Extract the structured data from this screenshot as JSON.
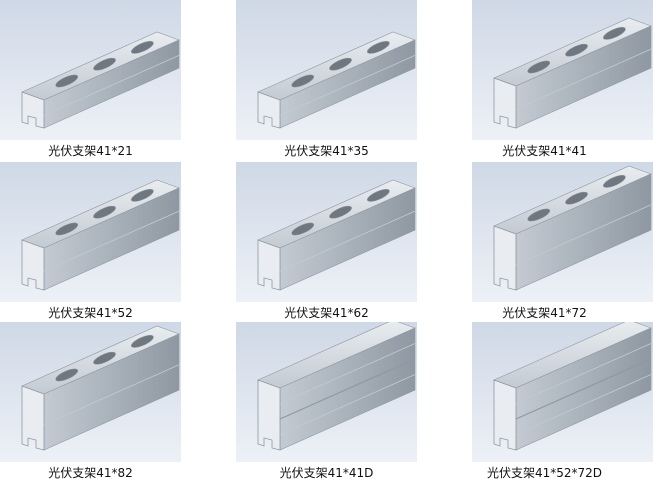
{
  "colors": {
    "tile_bg_top": "#cfd8e6",
    "tile_bg_bottom": "#edf1f7",
    "metal_light": "#e9edf1",
    "metal_mid": "#c3cad2",
    "metal_dark": "#8f98a2",
    "slot": "#6f7780",
    "caption_text": "#111111"
  },
  "products": [
    {
      "caption": "光伏支架41*21",
      "style": "low"
    },
    {
      "caption": "光伏支架41*35",
      "style": "low"
    },
    {
      "caption": "光伏支架41*41",
      "style": "mid"
    },
    {
      "caption": "光伏支架41*52",
      "style": "mid"
    },
    {
      "caption": "光伏支架41*62",
      "style": "mid"
    },
    {
      "caption": "光伏支架41*72",
      "style": "tall"
    },
    {
      "caption": "光伏支架41*82",
      "style": "tall"
    },
    {
      "caption": "光伏支架41*41D",
      "style": "double"
    },
    {
      "caption": "光伏支架41*52*72D",
      "style": "double"
    }
  ]
}
